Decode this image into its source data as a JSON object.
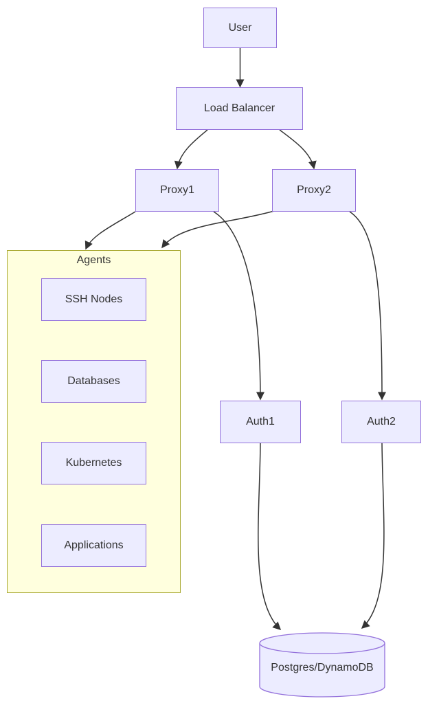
{
  "diagram": {
    "type": "flowchart-top-down",
    "nodes": {
      "user": {
        "label": "User",
        "shape": "rect"
      },
      "load_balancer": {
        "label": "Load Balancer",
        "shape": "rect"
      },
      "proxy1": {
        "label": "Proxy1",
        "shape": "rect"
      },
      "proxy2": {
        "label": "Proxy2",
        "shape": "rect"
      },
      "auth1": {
        "label": "Auth1",
        "shape": "rect"
      },
      "auth2": {
        "label": "Auth2",
        "shape": "rect"
      },
      "database": {
        "label": "Postgres/DynamoDB",
        "shape": "cylinder"
      }
    },
    "agents": {
      "title": "Agents",
      "items": [
        {
          "label": "SSH Nodes"
        },
        {
          "label": "Databases"
        },
        {
          "label": "Kubernetes"
        },
        {
          "label": "Applications"
        }
      ]
    },
    "edges": [
      {
        "from": "User",
        "to": "Load Balancer"
      },
      {
        "from": "Load Balancer",
        "to": "Proxy1"
      },
      {
        "from": "Load Balancer",
        "to": "Proxy2"
      },
      {
        "from": "Proxy1",
        "to": "Agents"
      },
      {
        "from": "Proxy2",
        "to": "Agents"
      },
      {
        "from": "Proxy1",
        "to": "Auth1"
      },
      {
        "from": "Proxy2",
        "to": "Auth2"
      },
      {
        "from": "Auth1",
        "to": "Postgres/DynamoDB"
      },
      {
        "from": "Auth2",
        "to": "Postgres/DynamoDB"
      }
    ],
    "colors": {
      "background": "#ffffff",
      "node_fill": "#ECECFF",
      "node_border": "#9370DB",
      "cluster_fill": "#FFFFDE",
      "cluster_border": "#AAAA33",
      "edge": "#333333",
      "text": "#333333"
    }
  }
}
